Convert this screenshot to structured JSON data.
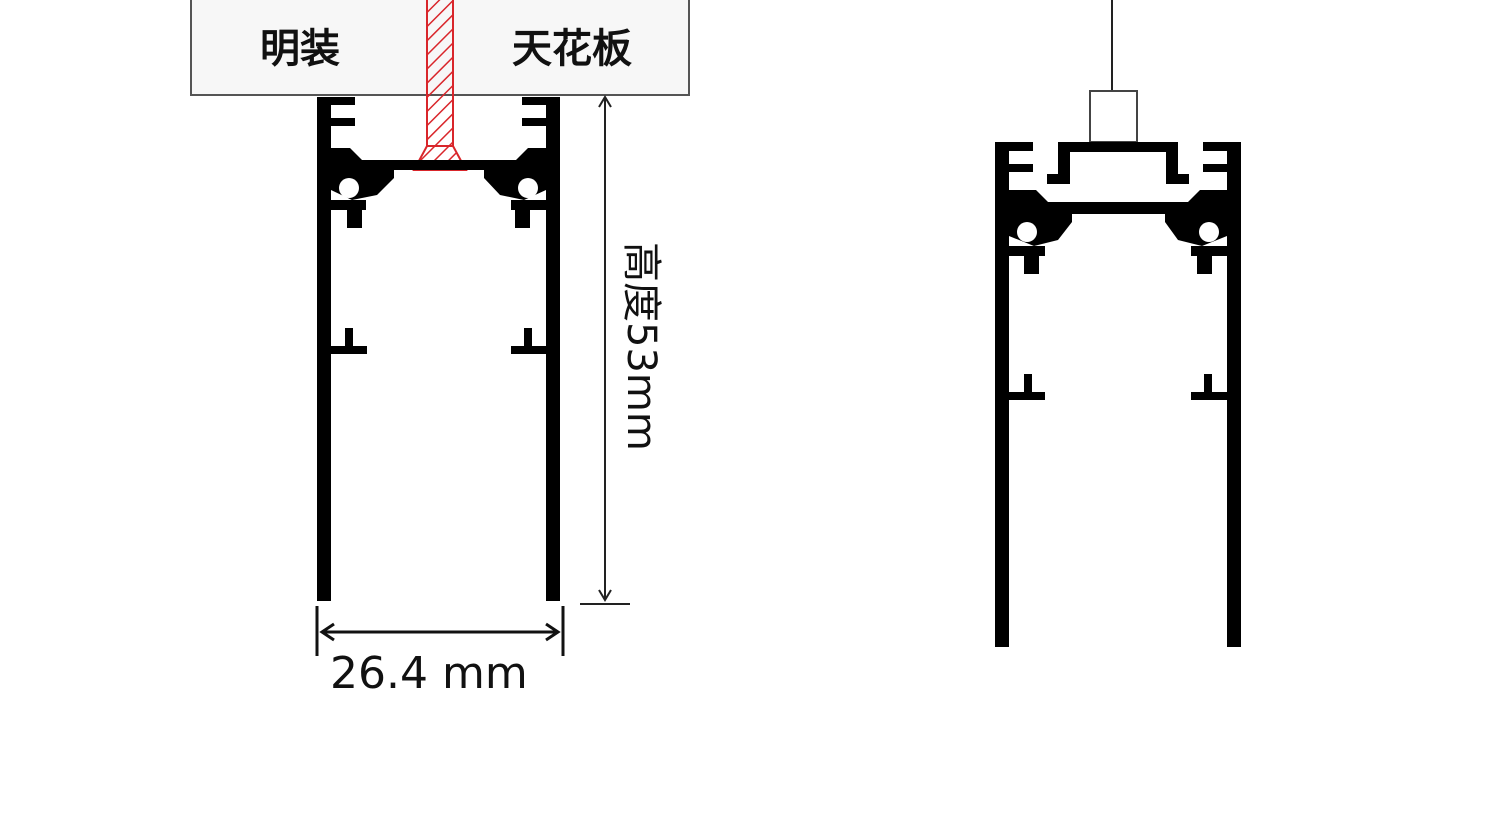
{
  "labels": {
    "surface_mount": "明装",
    "ceiling": "天花板",
    "height": "高度53mm",
    "width": "26.4 mm"
  },
  "colors": {
    "profile": "#000000",
    "ceiling_fill": "#f7f7f7",
    "ceiling_stroke": "#555555",
    "bolt_hatch": "#d9262b",
    "dimension_line": "#222222",
    "background": "#ffffff"
  },
  "dimensions": {
    "height_mm": 53,
    "width_mm": 26.4
  }
}
